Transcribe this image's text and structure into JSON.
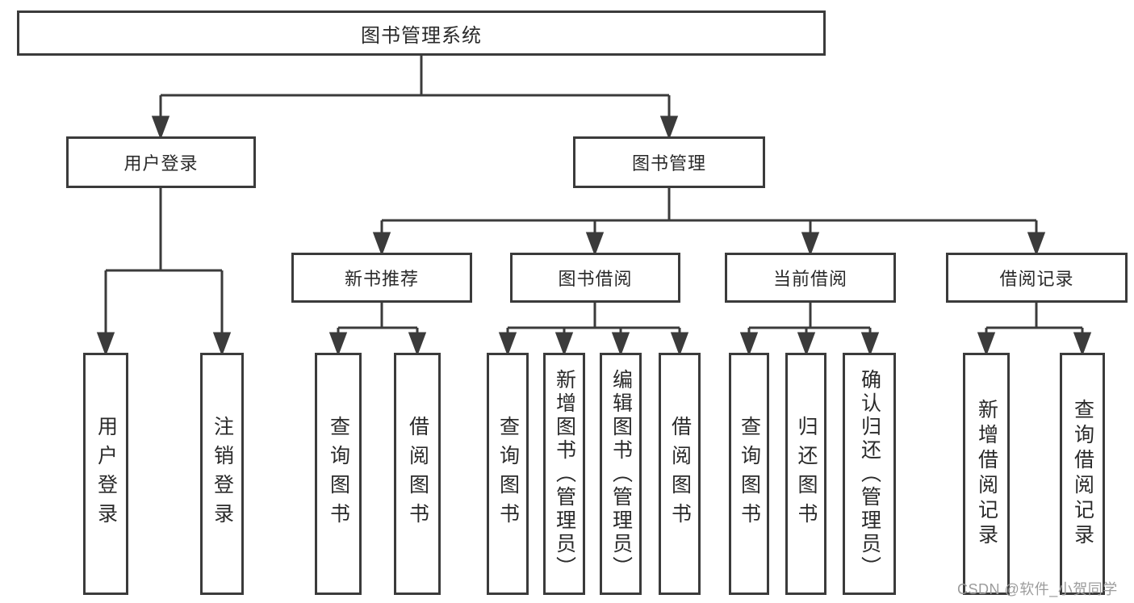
{
  "diagram": {
    "watermark": "CSDN @软件_小贺同学",
    "colors": {
      "line": "#3b3b3b",
      "text": "#2a2a2a",
      "node_background": "#ffffff",
      "watermark": "#9c9c9c"
    },
    "tree": {
      "root": {
        "label": "图书管理系统",
        "children": [
          {
            "label": "用户登录",
            "children": [
              {
                "label": "用户登录"
              },
              {
                "label": "注销登录"
              }
            ]
          },
          {
            "label": "图书管理",
            "children": [
              {
                "label": "新书推荐",
                "children": [
                  {
                    "label": "查询图书"
                  },
                  {
                    "label": "借阅图书"
                  }
                ]
              },
              {
                "label": "图书借阅",
                "children": [
                  {
                    "label": "查询图书"
                  },
                  {
                    "label": "新增图书（管理员）"
                  },
                  {
                    "label": "编辑图书（管理员）"
                  },
                  {
                    "label": "借阅图书"
                  }
                ]
              },
              {
                "label": "当前借阅",
                "children": [
                  {
                    "label": "查询图书"
                  },
                  {
                    "label": "归还图书"
                  },
                  {
                    "label": "确认归还（管理员）"
                  }
                ]
              },
              {
                "label": "借阅记录",
                "children": [
                  {
                    "label": "新增借阅记录"
                  },
                  {
                    "label": "查询借阅记录"
                  }
                ]
              }
            ]
          }
        ]
      }
    }
  }
}
